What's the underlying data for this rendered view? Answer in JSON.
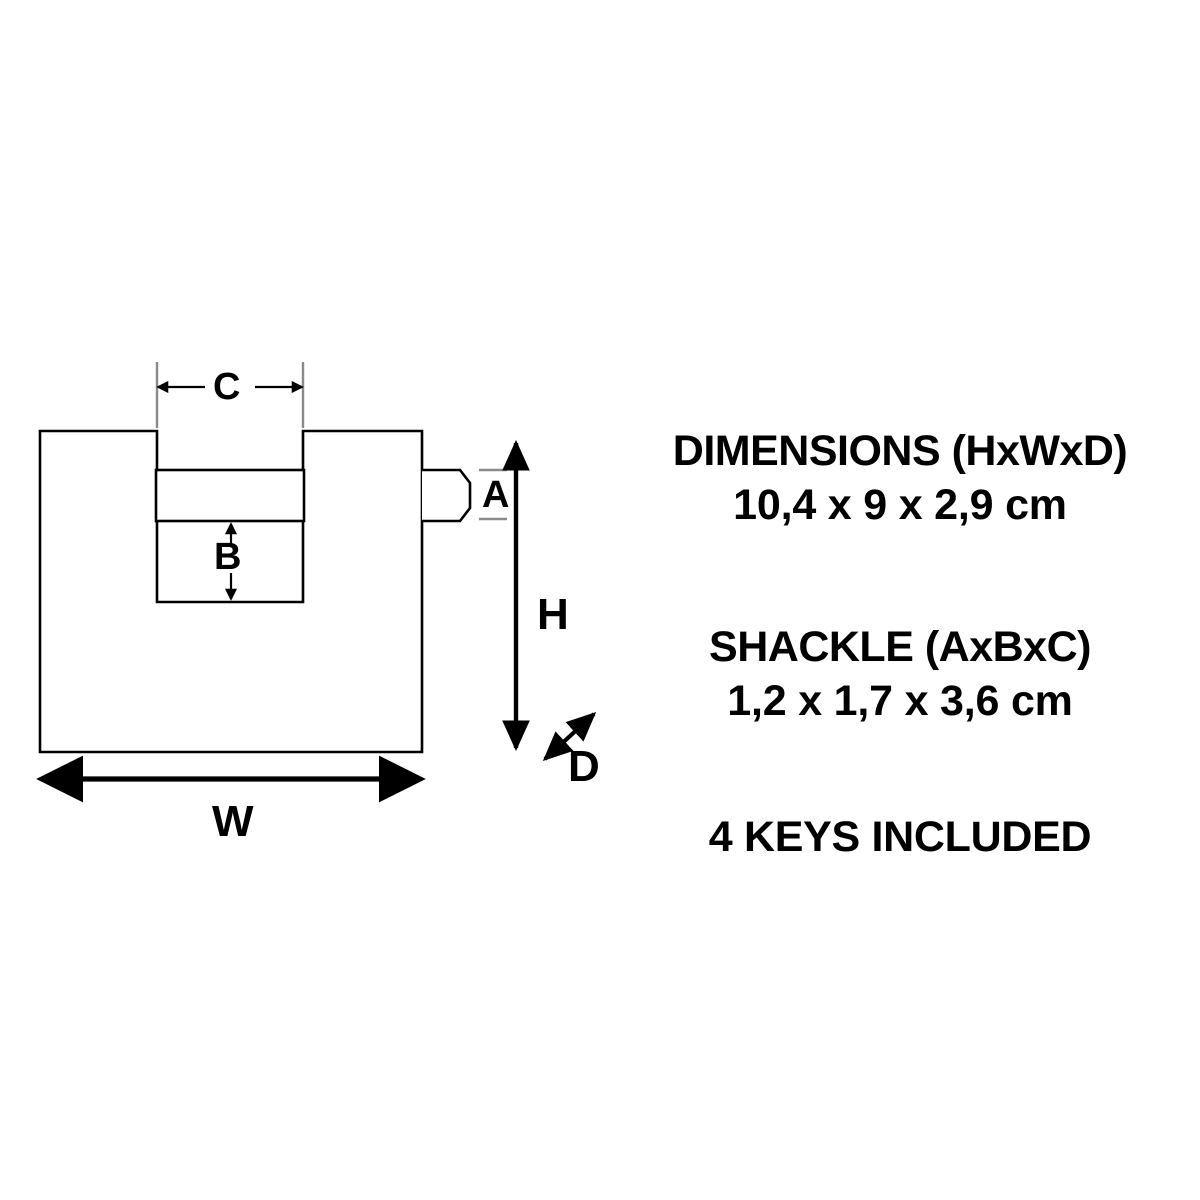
{
  "page": {
    "title": "Padlock Dimensions Diagram",
    "background_color": "#ffffff",
    "ink_color": "#000000",
    "extension_line_color": "#808080"
  },
  "diagram": {
    "name": "padlock-front-view",
    "description": "Technical line drawing of a closed-shackle padlock shown from the front with dimension callouts",
    "dimension_labels": {
      "A": "A",
      "B": "B",
      "C": "C",
      "D": "D",
      "H": "H",
      "W": "W"
    }
  },
  "specs": {
    "dimensions": {
      "heading": "DIMENSIONS (HxWxD)",
      "value": "10,4 x 9 x 2,9 cm"
    },
    "shackle": {
      "heading": "SHACKLE (AxBxC)",
      "value": "1,2 x 1,7 x 3,6 cm"
    },
    "keys": {
      "note": "4 KEYS INCLUDED"
    }
  }
}
